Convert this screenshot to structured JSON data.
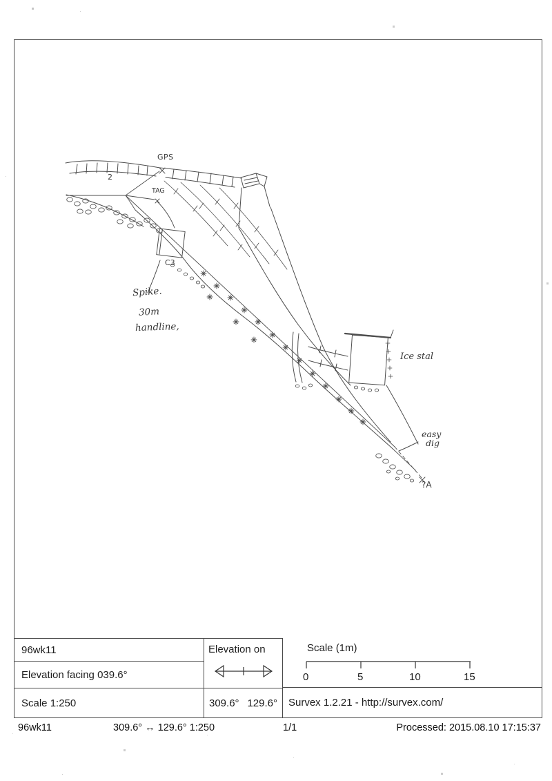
{
  "sketch": {
    "labels": {
      "gps": "GPS",
      "tag": "TAG",
      "station_2": "2",
      "c3": "C3",
      "spike": "Spike.",
      "handline_line1": "30m",
      "handline_line2": "handline,",
      "ice_stal": "Ice stal",
      "easy_dig_line1": "easy",
      "easy_dig_line2": "dig",
      "station_a": "?A"
    }
  },
  "title_block": {
    "survey_name": "96wk11",
    "facing": "Elevation facing 039.6°",
    "scale": "Scale 1:250",
    "elevation_on": "Elevation on",
    "bearing_left": "309.6°",
    "bearing_right": "129.6°",
    "scale_bar_label": "Scale (1m)",
    "scale_ticks": [
      "0",
      "5",
      "10",
      "15"
    ],
    "survex_credit": "Survex 1.2.21 - http://survex.com/"
  },
  "footer": {
    "survey_name": "96wk11",
    "bearing_scale": "309.6° ↔ 129.6° 1:250",
    "page_number": "1/1",
    "processed": "Processed: 2015.08.10 17:15:37"
  }
}
